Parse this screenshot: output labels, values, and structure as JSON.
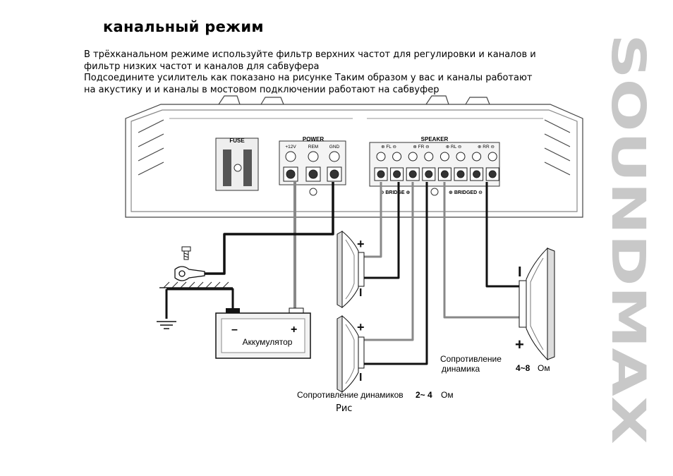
{
  "heading": "канальный режим",
  "paragraph1": {
    "line1": "В трёхканальном режиме  используйте фильтр верхних частот для регулировки    и    каналов и",
    "line2": "фильтр низких частот    и    каналов для сабвуфера"
  },
  "paragraph2": {
    "line1": "Подсоедините усилитель  как показано на рисунке    Таким образом  у вас    и    каналы работают",
    "line2": "на акустику и    и    каналы в мостовом подключении работают на сабвуфер"
  },
  "brand": "SOUNDMAX",
  "diagram": {
    "fuse_label": "FUSE",
    "power_label": "POWER",
    "power_terminals": [
      "+12V",
      "REM",
      "GND"
    ],
    "speaker_label": "SPEAKER",
    "speaker_channels": [
      "⊕ FL ⊖",
      "⊕ FR ⊖",
      "⊕ RL ⊖",
      "⊕ RR ⊖"
    ],
    "bridge_label": "⊖ BRIDGE ⊕",
    "bridged_label": "⊕ BRIDGED ⊖",
    "battery_label": "Аккумулятор",
    "battery_minus": "–",
    "battery_plus": "+",
    "plus_sign": "+",
    "minus_sign": "I",
    "sub_impedance_label_line1": "Сопротивление",
    "sub_impedance_label_line2": "динамика",
    "sub_impedance_value": "4~8",
    "sub_impedance_unit": "Ом",
    "front_impedance_label": "Сопротивление динамиков",
    "front_impedance_value": "2~ 4",
    "front_impedance_unit": "Ом"
  },
  "caption": "Рис"
}
